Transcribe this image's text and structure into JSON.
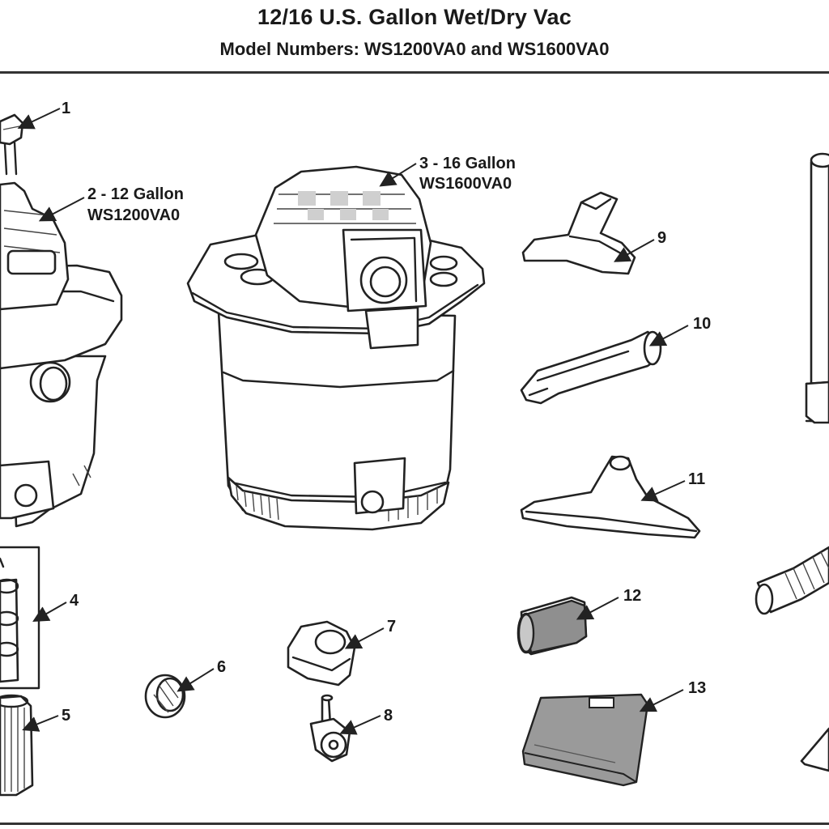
{
  "header": {
    "title": "12/16 U.S. Gallon Wet/Dry Vac",
    "subtitle": "Model Numbers:  WS1200VA0 and WS1600VA0"
  },
  "callouts": {
    "c1": "1",
    "c2a": "2 - 12 Gallon",
    "c2b": "WS1200VA0",
    "c3a": "3 - 16 Gallon",
    "c3b": "WS1600VA0",
    "c4": "4",
    "c5": "5",
    "c6": "6",
    "c7": "7",
    "c8": "8",
    "c9": "9",
    "c10": "10",
    "c11": "11",
    "c12": "12",
    "c13": "13"
  }
}
